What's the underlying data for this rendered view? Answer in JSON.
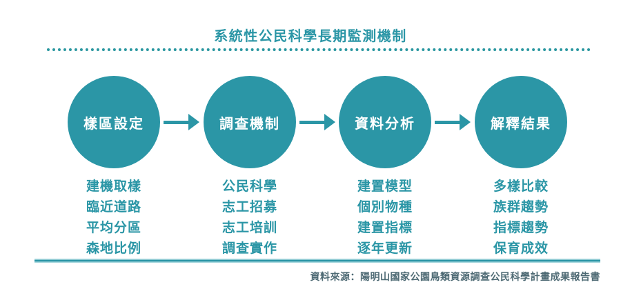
{
  "title": "系統性公民科學長期監測機制",
  "colors": {
    "teal": "#2b96a6",
    "dotted_line": "#2a97a0",
    "source_text": "#4e6a74"
  },
  "stages": [
    {
      "label": "樣區設定",
      "items": [
        "建機取樣",
        "臨近道路",
        "平均分區",
        "森地比例"
      ]
    },
    {
      "label": "調查機制",
      "items": [
        "公民科學",
        "志工招募",
        "志工培訓",
        "調查實作"
      ]
    },
    {
      "label": "資料分析",
      "items": [
        "建置模型",
        "個別物種",
        "建置指標",
        "逐年更新"
      ]
    },
    {
      "label": "解釋結果",
      "items": [
        "多樣比較",
        "族群趨勢",
        "指標趨勢",
        "保育成效"
      ]
    }
  ],
  "source": "資料來源：陽明山國家公園鳥類資源調查公民科學計畫成果報告書"
}
